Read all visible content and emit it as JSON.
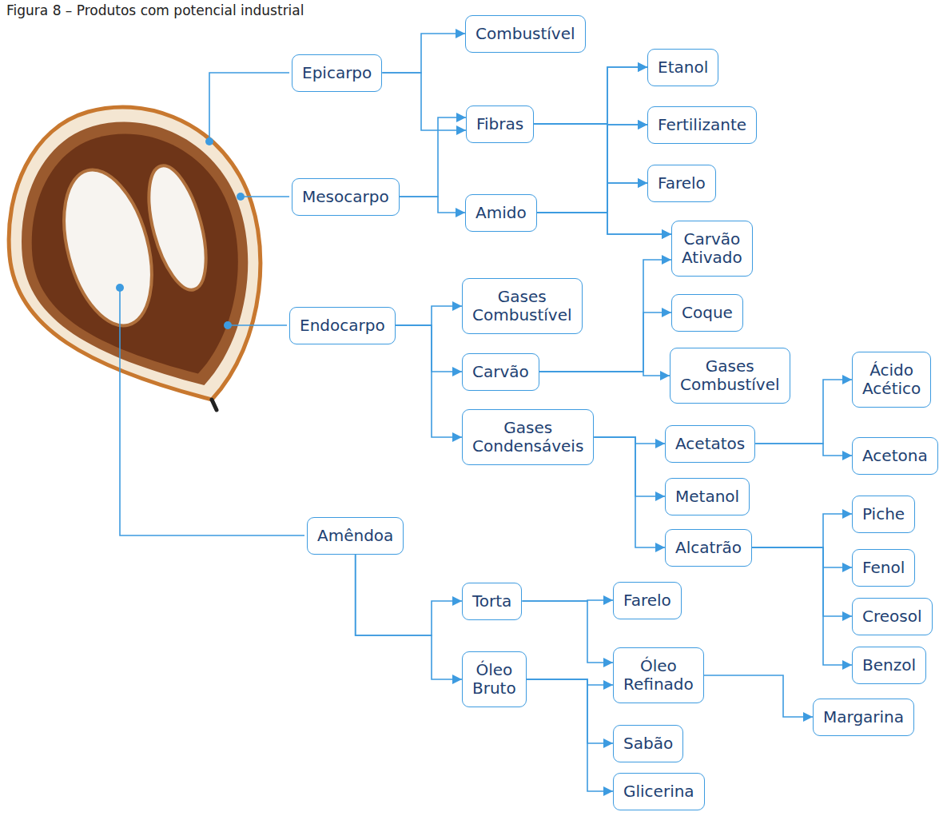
{
  "diagram": {
    "title": "Figura 8 – Produtos com potencial industrial",
    "nodes": [
      {
        "text": [
          "Epicarpo"
        ]
      },
      {
        "text": [
          "Combustível"
        ]
      },
      {
        "text": [
          "Fibras"
        ]
      },
      {
        "text": [
          "Etanol"
        ]
      },
      {
        "text": [
          "Fertilizante"
        ]
      },
      {
        "text": [
          "Farelo"
        ]
      },
      {
        "text": [
          "Mesocarpo"
        ]
      },
      {
        "text": [
          "Amido"
        ]
      },
      {
        "text": [
          "Carvão Ativado"
        ]
      },
      {
        "text": [
          "Endocarpo"
        ]
      },
      {
        "text": [
          "Gases Combustível"
        ]
      },
      {
        "text": [
          "Coque"
        ]
      },
      {
        "text": [
          "Carvão"
        ]
      },
      {
        "text": [
          "Gases Combustível"
        ]
      },
      {
        "text": [
          "Ácido Acético"
        ]
      },
      {
        "text": [
          "Gases Condensáveis"
        ]
      },
      {
        "text": [
          "Acetatos"
        ]
      },
      {
        "text": [
          "Acetona"
        ]
      },
      {
        "text": [
          "Metanol"
        ]
      },
      {
        "text": [
          "Piche"
        ]
      },
      {
        "text": [
          "Amêndoa"
        ]
      },
      {
        "text": [
          "Alcatrão"
        ]
      },
      {
        "text": [
          "Fenol"
        ]
      },
      {
        "text": [
          "Creosol"
        ]
      },
      {
        "text": [
          "Benzol"
        ]
      },
      {
        "text": [
          "Torta"
        ]
      },
      {
        "text": [
          "Farelo"
        ]
      },
      {
        "text": [
          "Óleo Refinado"
        ]
      },
      {
        "text": [
          "Margarina"
        ]
      },
      {
        "text": [
          "Óleo Bruto"
        ]
      },
      {
        "text": [
          "Sabão"
        ]
      },
      {
        "text": [
          "Glicerina"
        ]
      }
    ],
    "edges": [
      {
        "from": 0,
        "to": 1,
        "arrow": "to"
      },
      {
        "from": 0,
        "to": 2,
        "arrow": "to"
      },
      {
        "from": 6,
        "to": 2,
        "arrow": "to"
      },
      {
        "from": 6,
        "to": 7,
        "arrow": "to"
      },
      {
        "from": 2,
        "to": 3,
        "arrow": "to"
      },
      {
        "from": 2,
        "to": 4,
        "arrow": "to"
      },
      {
        "from": 2,
        "to": 5,
        "arrow": "to"
      },
      {
        "from": 2,
        "to": 8,
        "arrow": "to"
      },
      {
        "from": 7,
        "to": 3,
        "arrow": "to"
      },
      {
        "from": 7,
        "to": 4,
        "arrow": "to"
      },
      {
        "from": 7,
        "to": 5,
        "arrow": "to"
      },
      {
        "from": 7,
        "to": 8,
        "arrow": "to"
      },
      {
        "from": 9,
        "to": 10,
        "arrow": "to"
      },
      {
        "from": 9,
        "to": 12,
        "arrow": "to"
      },
      {
        "from": 9,
        "to": 15,
        "arrow": "to"
      },
      {
        "from": 12,
        "to": 8,
        "arrow": "to"
      },
      {
        "from": 12,
        "to": 11,
        "arrow": "to"
      },
      {
        "from": 12,
        "to": 13,
        "arrow": "to"
      },
      {
        "from": 15,
        "to": 16,
        "arrow": "to"
      },
      {
        "from": 15,
        "to": 18,
        "arrow": "to"
      },
      {
        "from": 15,
        "to": 21,
        "arrow": "to"
      },
      {
        "from": 16,
        "to": 14,
        "arrow": "to"
      },
      {
        "from": 16,
        "to": 17,
        "arrow": "to"
      },
      {
        "from": 21,
        "to": 19,
        "arrow": "to"
      },
      {
        "from": 21,
        "to": 22,
        "arrow": "to"
      },
      {
        "from": 21,
        "to": 23,
        "arrow": "to"
      },
      {
        "from": 21,
        "to": 24,
        "arrow": "to"
      },
      {
        "from": 20,
        "to": 25,
        "arrow": "to"
      },
      {
        "from": 20,
        "to": 29,
        "arrow": "to"
      },
      {
        "from": 25,
        "to": 26,
        "arrow": "to"
      },
      {
        "from": 25,
        "to": 27,
        "arrow": "to"
      },
      {
        "from": 29,
        "to": 27,
        "arrow": "to"
      },
      {
        "from": 29,
        "to": 30,
        "arrow": "to"
      },
      {
        "from": 29,
        "to": 31,
        "arrow": "to"
      },
      {
        "from": 27,
        "to": 28,
        "arrow": "to"
      }
    ]
  }
}
